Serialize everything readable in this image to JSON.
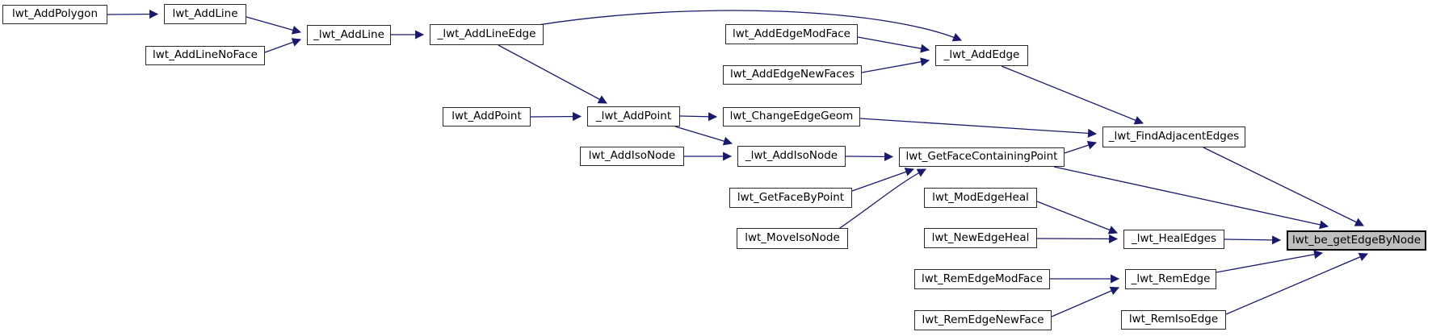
{
  "diagram": {
    "type": "call-graph",
    "highlighted_node": "lwt_be_getEdgeByNode",
    "colors": {
      "edge": "#191970",
      "node_fill": "#ffffff",
      "node_border": "#2b2b2b",
      "highlight_fill": "#bfbfbf",
      "text": "#000000",
      "background": "#ffffff"
    }
  },
  "nodes": [
    {
      "id": "lwt_AddPolygon",
      "label": "lwt_AddPolygon"
    },
    {
      "id": "lwt_AddLine",
      "label": "lwt_AddLine"
    },
    {
      "id": "lwt_AddLineNoFace",
      "label": "lwt_AddLineNoFace"
    },
    {
      "id": "_lwt_AddLine",
      "label": "_lwt_AddLine"
    },
    {
      "id": "_lwt_AddLineEdge",
      "label": "_lwt_AddLineEdge"
    },
    {
      "id": "lwt_AddEdgeModFace",
      "label": "lwt_AddEdgeModFace"
    },
    {
      "id": "lwt_AddEdgeNewFaces",
      "label": "lwt_AddEdgeNewFaces"
    },
    {
      "id": "_lwt_AddEdge",
      "label": "_lwt_AddEdge"
    },
    {
      "id": "lwt_AddPoint",
      "label": "lwt_AddPoint"
    },
    {
      "id": "_lwt_AddPoint",
      "label": "_lwt_AddPoint"
    },
    {
      "id": "lwt_ChangeEdgeGeom",
      "label": "lwt_ChangeEdgeGeom"
    },
    {
      "id": "lwt_AddIsoNode",
      "label": "lwt_AddIsoNode"
    },
    {
      "id": "_lwt_AddIsoNode",
      "label": "_lwt_AddIsoNode"
    },
    {
      "id": "lwt_GetFaceContainingPoint",
      "label": "lwt_GetFaceContainingPoint"
    },
    {
      "id": "_lwt_FindAdjacentEdges",
      "label": "_lwt_FindAdjacentEdges"
    },
    {
      "id": "lwt_GetFaceByPoint",
      "label": "lwt_GetFaceByPoint"
    },
    {
      "id": "lwt_ModEdgeHeal",
      "label": "lwt_ModEdgeHeal"
    },
    {
      "id": "lwt_MoveIsoNode",
      "label": "lwt_MoveIsoNode"
    },
    {
      "id": "lwt_NewEdgeHeal",
      "label": "lwt_NewEdgeHeal"
    },
    {
      "id": "_lwt_HealEdges",
      "label": "_lwt_HealEdges"
    },
    {
      "id": "lwt_be_getEdgeByNode",
      "label": "lwt_be_getEdgeByNode"
    },
    {
      "id": "lwt_RemEdgeModFace",
      "label": "lwt_RemEdgeModFace"
    },
    {
      "id": "_lwt_RemEdge",
      "label": "_lwt_RemEdge"
    },
    {
      "id": "lwt_RemEdgeNewFace",
      "label": "lwt_RemEdgeNewFace"
    },
    {
      "id": "lwt_RemIsoEdge",
      "label": "lwt_RemIsoEdge"
    }
  ],
  "edges": [
    {
      "from": "lwt_AddPolygon",
      "to": "lwt_AddLine"
    },
    {
      "from": "lwt_AddLine",
      "to": "_lwt_AddLine"
    },
    {
      "from": "lwt_AddLineNoFace",
      "to": "_lwt_AddLine"
    },
    {
      "from": "_lwt_AddLine",
      "to": "_lwt_AddLineEdge"
    },
    {
      "from": "_lwt_AddLineEdge",
      "to": "_lwt_AddEdge"
    },
    {
      "from": "_lwt_AddLineEdge",
      "to": "_lwt_AddPoint"
    },
    {
      "from": "lwt_AddEdgeModFace",
      "to": "_lwt_AddEdge"
    },
    {
      "from": "lwt_AddEdgeNewFaces",
      "to": "_lwt_AddEdge"
    },
    {
      "from": "_lwt_AddEdge",
      "to": "_lwt_FindAdjacentEdges"
    },
    {
      "from": "lwt_AddPoint",
      "to": "_lwt_AddPoint"
    },
    {
      "from": "_lwt_AddPoint",
      "to": "lwt_ChangeEdgeGeom"
    },
    {
      "from": "_lwt_AddPoint",
      "to": "_lwt_AddIsoNode"
    },
    {
      "from": "lwt_ChangeEdgeGeom",
      "to": "_lwt_FindAdjacentEdges"
    },
    {
      "from": "lwt_AddIsoNode",
      "to": "_lwt_AddIsoNode"
    },
    {
      "from": "_lwt_AddIsoNode",
      "to": "lwt_GetFaceContainingPoint"
    },
    {
      "from": "lwt_GetFaceByPoint",
      "to": "lwt_GetFaceContainingPoint"
    },
    {
      "from": "lwt_MoveIsoNode",
      "to": "lwt_GetFaceContainingPoint"
    },
    {
      "from": "lwt_GetFaceContainingPoint",
      "to": "_lwt_FindAdjacentEdges"
    },
    {
      "from": "lwt_GetFaceContainingPoint",
      "to": "lwt_be_getEdgeByNode"
    },
    {
      "from": "_lwt_FindAdjacentEdges",
      "to": "lwt_be_getEdgeByNode"
    },
    {
      "from": "lwt_ModEdgeHeal",
      "to": "_lwt_HealEdges"
    },
    {
      "from": "lwt_NewEdgeHeal",
      "to": "_lwt_HealEdges"
    },
    {
      "from": "_lwt_HealEdges",
      "to": "lwt_be_getEdgeByNode"
    },
    {
      "from": "lwt_RemEdgeModFace",
      "to": "_lwt_RemEdge"
    },
    {
      "from": "lwt_RemEdgeNewFace",
      "to": "_lwt_RemEdge"
    },
    {
      "from": "_lwt_RemEdge",
      "to": "lwt_be_getEdgeByNode"
    },
    {
      "from": "lwt_RemIsoEdge",
      "to": "lwt_be_getEdgeByNode"
    }
  ]
}
